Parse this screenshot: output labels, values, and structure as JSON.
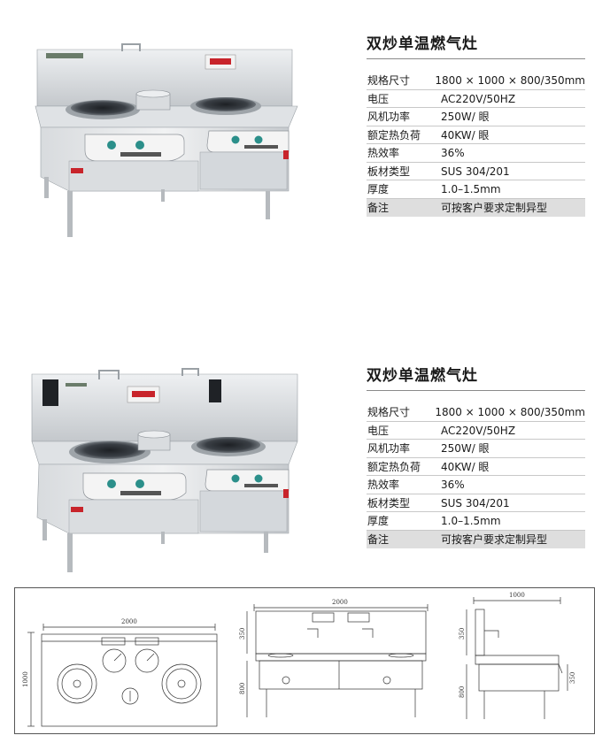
{
  "products": [
    {
      "title": "双炒单温燃气灶",
      "specs": [
        {
          "label": "规格尺寸",
          "value": "1800 × 1000 × 800/350mm"
        },
        {
          "label": "电压",
          "value": "AC220V/50HZ"
        },
        {
          "label": "风机功率",
          "value": "250W/ 眼"
        },
        {
          "label": "额定热负荷",
          "value": "40KW/ 眼"
        },
        {
          "label": "热效率",
          "value": "36%"
        },
        {
          "label": "板材类型",
          "value": "SUS 304/201"
        },
        {
          "label": "厚度",
          "value": "1.0–1.5mm"
        },
        {
          "label": "备注",
          "value": "可按客户要求定制异型"
        }
      ]
    },
    {
      "title": "双炒单温燃气灶",
      "specs": [
        {
          "label": "规格尺寸",
          "value": "1800 × 1000 × 800/350mm"
        },
        {
          "label": "电压",
          "value": "AC220V/50HZ"
        },
        {
          "label": "风机功率",
          "value": "250W/ 眼"
        },
        {
          "label": "额定热负荷",
          "value": "40KW/ 眼"
        },
        {
          "label": "热效率",
          "value": "36%"
        },
        {
          "label": "板材类型",
          "value": "SUS 304/201"
        },
        {
          "label": "厚度",
          "value": "1.0–1.5mm"
        },
        {
          "label": "备注",
          "value": "可按客户要求定制异型"
        }
      ]
    }
  ],
  "drawing": {
    "top_width": "2000",
    "top_depth": "1000",
    "front_width": "2000",
    "front_splash": "350",
    "front_height": "800",
    "side_depth": "1000",
    "side_splash": "350",
    "side_height": "800",
    "side_side": "350"
  },
  "colors": {
    "steel_light": "#e6e8ea",
    "steel_mid": "#c9cdd1",
    "steel_dark": "#8d9298",
    "control_panel": "#f4f4f4",
    "knob_teal": "#2b8f8a",
    "display_red": "#c8242b",
    "shaded_row": "#dedede"
  },
  "icons": [
    "wok-burner-icon",
    "soup-pot-icon",
    "control-knob-icon",
    "digital-display-icon"
  ]
}
